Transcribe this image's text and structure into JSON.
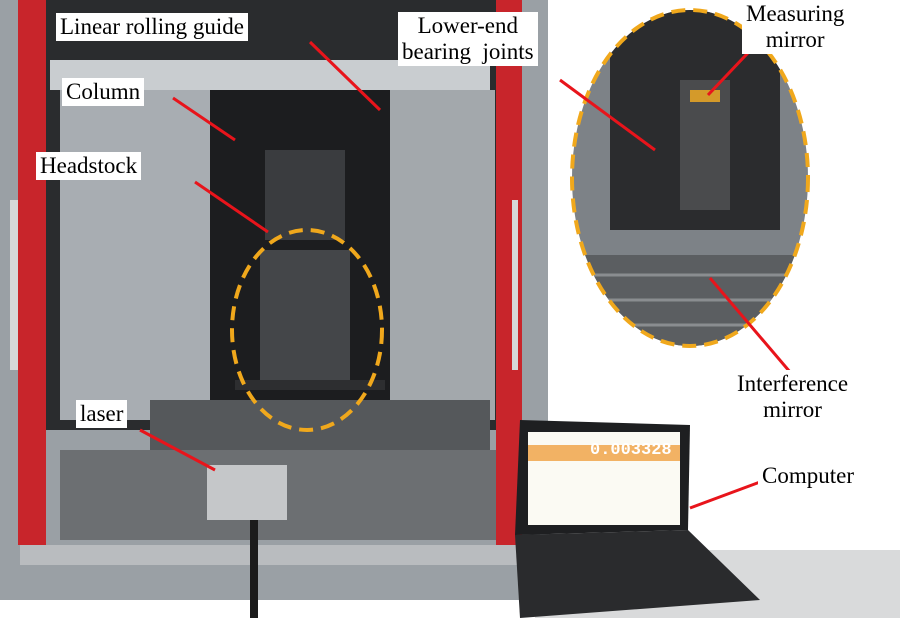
{
  "figure": {
    "labels": {
      "linear_rolling_guide": "Linear rolling guide",
      "column": "Column",
      "headstock": "Headstock",
      "laser": "laser",
      "lower_end_line1": "Lower-end",
      "lower_end_line2": "bearing  joints",
      "measuring_line1": "Measuring",
      "measuring_line2": "mirror",
      "interference_line1": "Interference",
      "interference_line2": "mirror",
      "computer": "Computer"
    },
    "laptop_screen_reading": "0.003328",
    "colors": {
      "leader_line": "#e8141b",
      "highlight_ellipse": "#f0a81c",
      "machine_red": "#c8252b"
    }
  }
}
